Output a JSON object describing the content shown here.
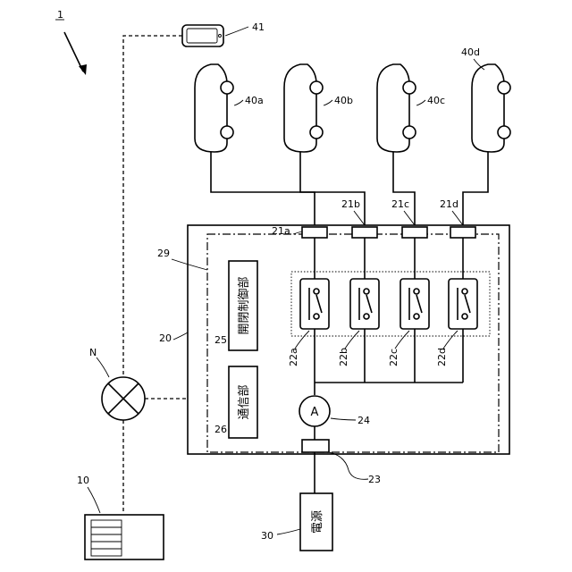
{
  "system_label": "1",
  "node_label": "N",
  "labels": {
    "server": "10",
    "device_box": "20",
    "outline_29": "29",
    "power_box": "30",
    "phone": "41",
    "ammeter_ref": "24",
    "power_connector": "23",
    "switch_controller_ref": "25",
    "comm_unit_ref": "26"
  },
  "texts": {
    "switch_controller": "開閉制御部",
    "comm_unit": "通信部",
    "power_source": "電源",
    "ammeter_symbol": "A"
  },
  "cars": [
    {
      "ref": "40a"
    },
    {
      "ref": "40b"
    },
    {
      "ref": "40c"
    },
    {
      "ref": "40d"
    }
  ],
  "connectors": [
    {
      "ref": "21a"
    },
    {
      "ref": "21b"
    },
    {
      "ref": "21c"
    },
    {
      "ref": "21d"
    }
  ],
  "relays": [
    {
      "ref": "22a"
    },
    {
      "ref": "22b"
    },
    {
      "ref": "22c"
    },
    {
      "ref": "22d"
    }
  ]
}
